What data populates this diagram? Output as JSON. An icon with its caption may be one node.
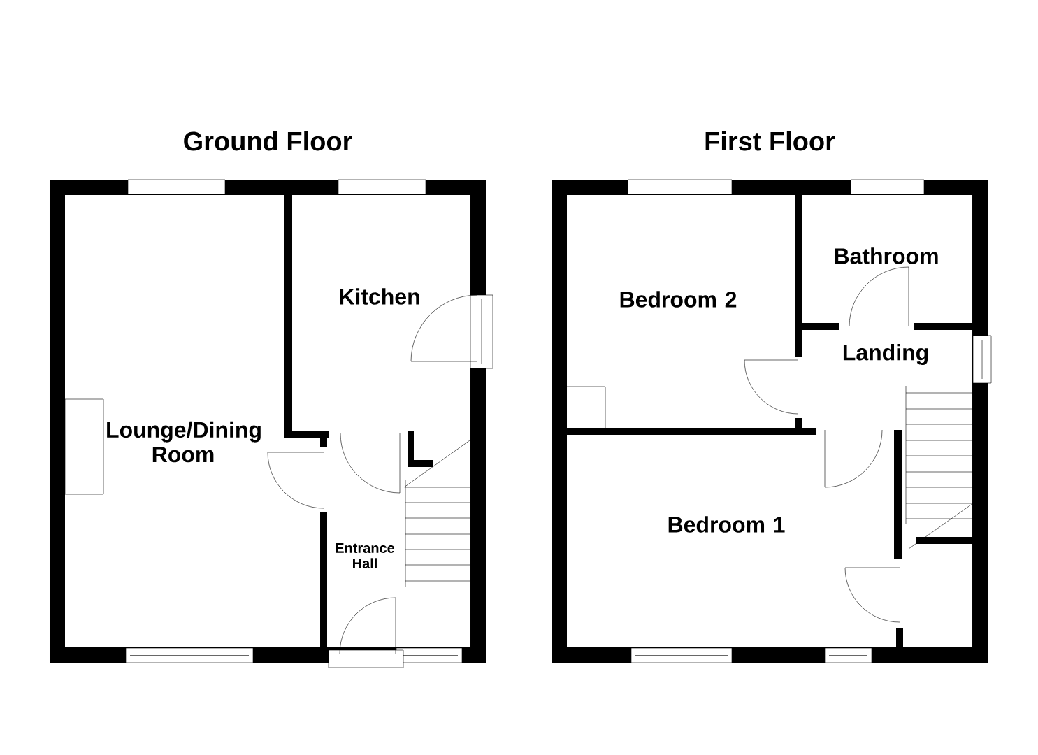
{
  "diagram": {
    "nodes": [
      {
        "text": [
          "Ground Floor"
        ]
      },
      {
        "text": [
          "Lounge/Dining Room"
        ],
        "in": 0
      },
      {
        "text": [
          "Kitchen"
        ],
        "in": 0
      },
      {
        "text": [
          "Entrance Hall"
        ],
        "in": 0
      },
      {
        "text": [
          "First Floor"
        ]
      },
      {
        "text": [
          "Bedroom 2"
        ],
        "in": 4
      },
      {
        "text": [
          "Bathroom"
        ],
        "in": 4
      },
      {
        "text": [
          "Landing"
        ],
        "in": 4
      },
      {
        "text": [
          "Bedroom 1"
        ],
        "in": 4
      },
      {
        "text": [],
        "shape": "box",
        "in": 0
      }
    ]
  }
}
